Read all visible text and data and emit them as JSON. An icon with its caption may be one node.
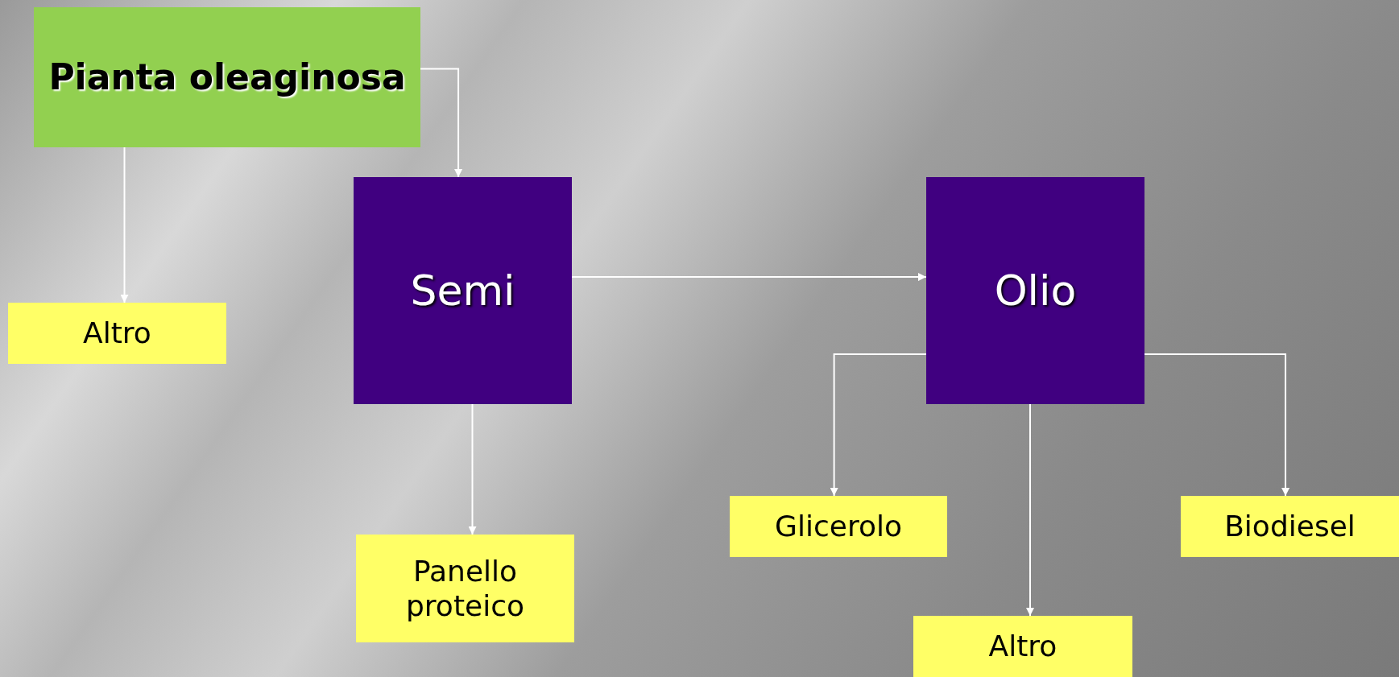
{
  "diagram": {
    "nodes": [
      {
        "text": [
          "Pianta oleaginosa"
        ]
      },
      {
        "text": [
          "Altro"
        ]
      },
      {
        "text": [
          "Semi"
        ]
      },
      {
        "text": [
          "Olio"
        ]
      },
      {
        "text": [
          "Glicerolo"
        ]
      },
      {
        "text": [
          "Biodiesel"
        ]
      },
      {
        "text": [
          "Panello proteico"
        ]
      },
      {
        "text": [
          "Altro"
        ]
      }
    ],
    "edges": [
      {
        "from": 0,
        "to": 2,
        "arrow": "to"
      },
      {
        "from": 0,
        "to": 1,
        "arrow": "to"
      },
      {
        "from": 2,
        "to": 3,
        "arrow": "to"
      },
      {
        "from": 2,
        "to": 6,
        "arrow": "to"
      },
      {
        "from": 3,
        "to": 4,
        "arrow": "to"
      },
      {
        "from": 3,
        "to": 7,
        "arrow": "to"
      },
      {
        "from": 3,
        "to": 5,
        "arrow": "to"
      }
    ]
  }
}
